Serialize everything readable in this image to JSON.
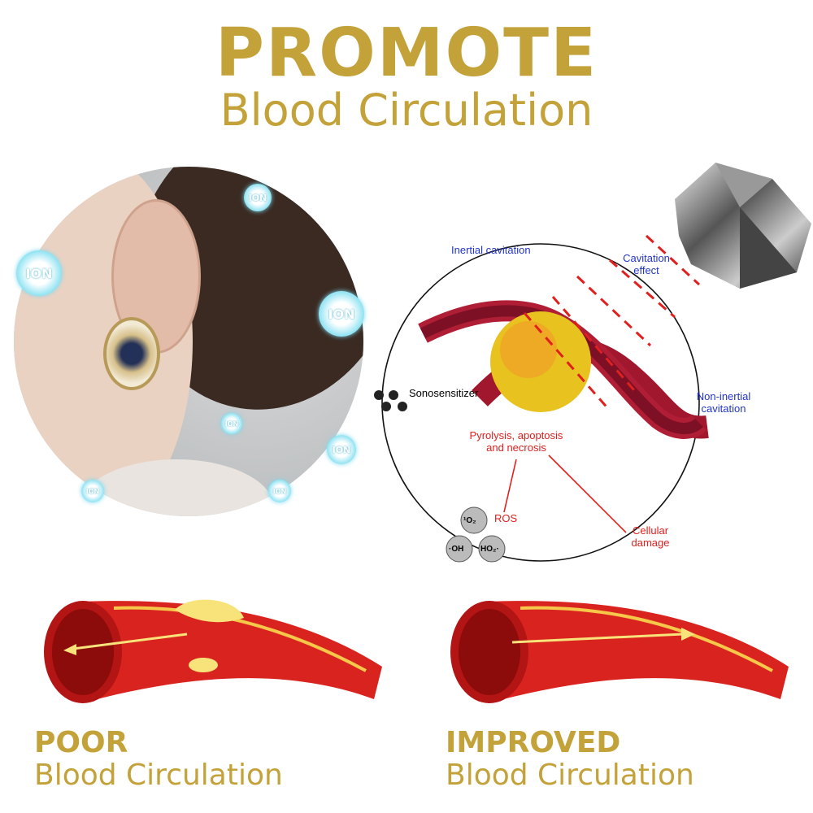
{
  "header": {
    "title": "PROMOTE",
    "subtitle": "Blood Circulation"
  },
  "ion_label": "ION",
  "diagram": {
    "inertial": "Inertial cavitation",
    "cavitation_effect": "Cavitation effect",
    "non_inertial": "Non-inertial cavitation",
    "sonosensitizer": "Sonosensitizer",
    "pyrolysis": "Pyrolysis, apoptosis and necrosis",
    "ros": "ROS",
    "cellular": "Cellular damage",
    "o2": "¹O₂",
    "oh": "·OH",
    "ho2": "HO₂·"
  },
  "poor": {
    "title": "POOR",
    "subtitle": "Blood Circulation"
  },
  "improved": {
    "title": "IMPROVED",
    "subtitle": "Blood Circulation"
  },
  "colors": {
    "gold": "#c4a23a",
    "vessel": "#d9231f",
    "ion": "#4cc7e2"
  }
}
